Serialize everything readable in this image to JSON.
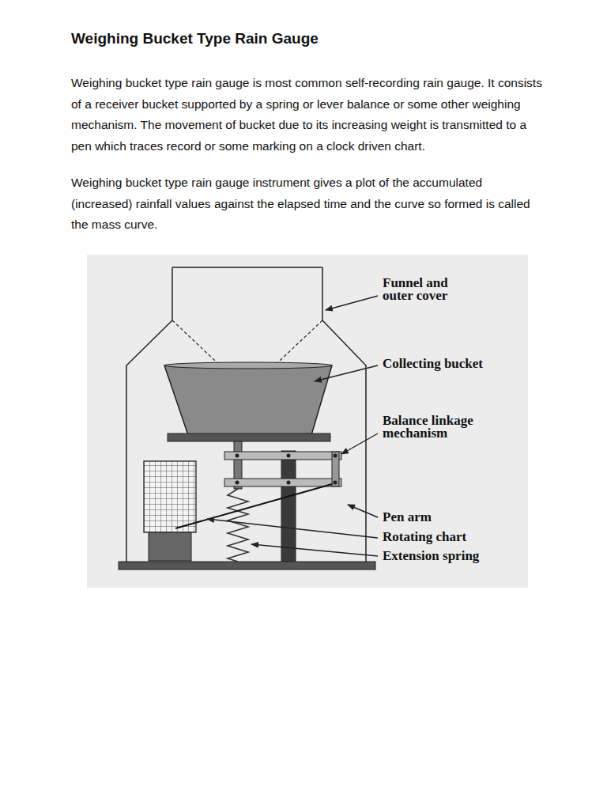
{
  "diagram": {
    "title": "Weighing Bucket Type Rain Gauge",
    "labels": [
      "Weighing bucket type rain gauge is most common self-recording rain gauge. It consists of a receiver bucket supported by a spring or lever balance or some other weighing mechanism. The movement of bucket due to its increasing weight is transmitted to a pen which traces record or some marking on a clock driven chart.",
      "Weighing bucket type rain gauge instrument gives a plot of the accumulated (increased) rainfall values against the elapsed time and the curve so formed is called the mass curve.",
      "Funnel and outer cover",
      "Collecting bucket",
      "Balance linkage mechanism",
      "Pen arm",
      "Rotating chart",
      "Extension spring"
    ]
  }
}
